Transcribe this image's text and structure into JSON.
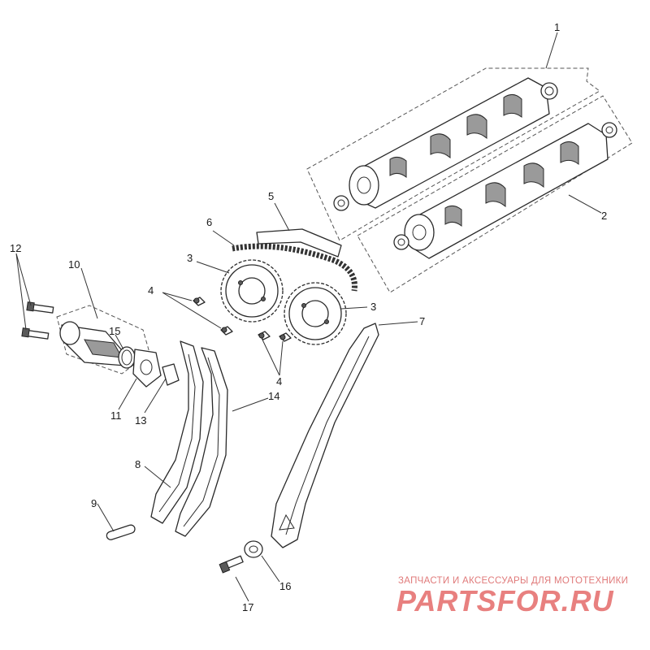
{
  "callouts": [
    "1",
    "2",
    "3",
    "3",
    "4",
    "4",
    "5",
    "6",
    "7",
    "8",
    "9",
    "10",
    "11",
    "12",
    "13",
    "14",
    "15",
    "16",
    "17"
  ],
  "watermark": {
    "tagline": "ЗАПЧАСТИ И АКСЕССУАРЫ ДЛЯ МОТОТЕХНИКИ",
    "brand": "PARTSFOR.RU"
  },
  "colors": {
    "line": "#2a2a2a",
    "watermark": "#e8807f",
    "background": "#ffffff"
  }
}
